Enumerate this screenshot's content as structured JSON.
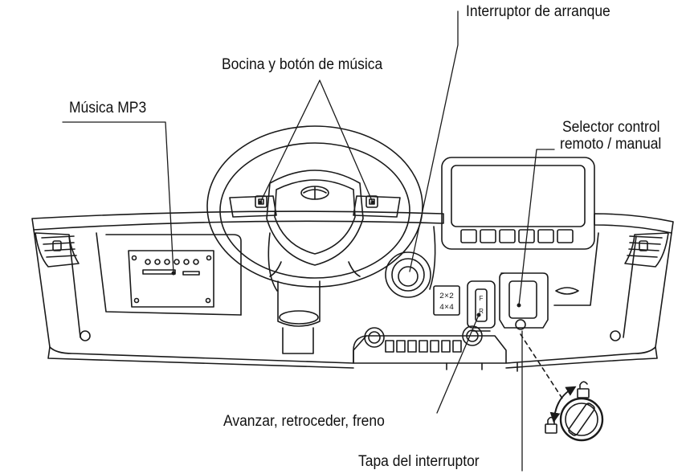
{
  "labels": {
    "start_switch": "Interruptor de arranque",
    "horn_music": "Bocina y botón de música",
    "mp3": "Música MP3",
    "selector_line1": "Selector control",
    "selector_line2": "remoto / manual",
    "drive": "Avanzar, retroceder, freno",
    "switch_cover": "Tapa del interruptor"
  },
  "gear_badge": {
    "top": "2×2",
    "bottom": "4×4"
  },
  "gear_lever_letters": [
    "F",
    "R"
  ],
  "colors": {
    "line": "#1a1a1a",
    "background": "#ffffff"
  }
}
